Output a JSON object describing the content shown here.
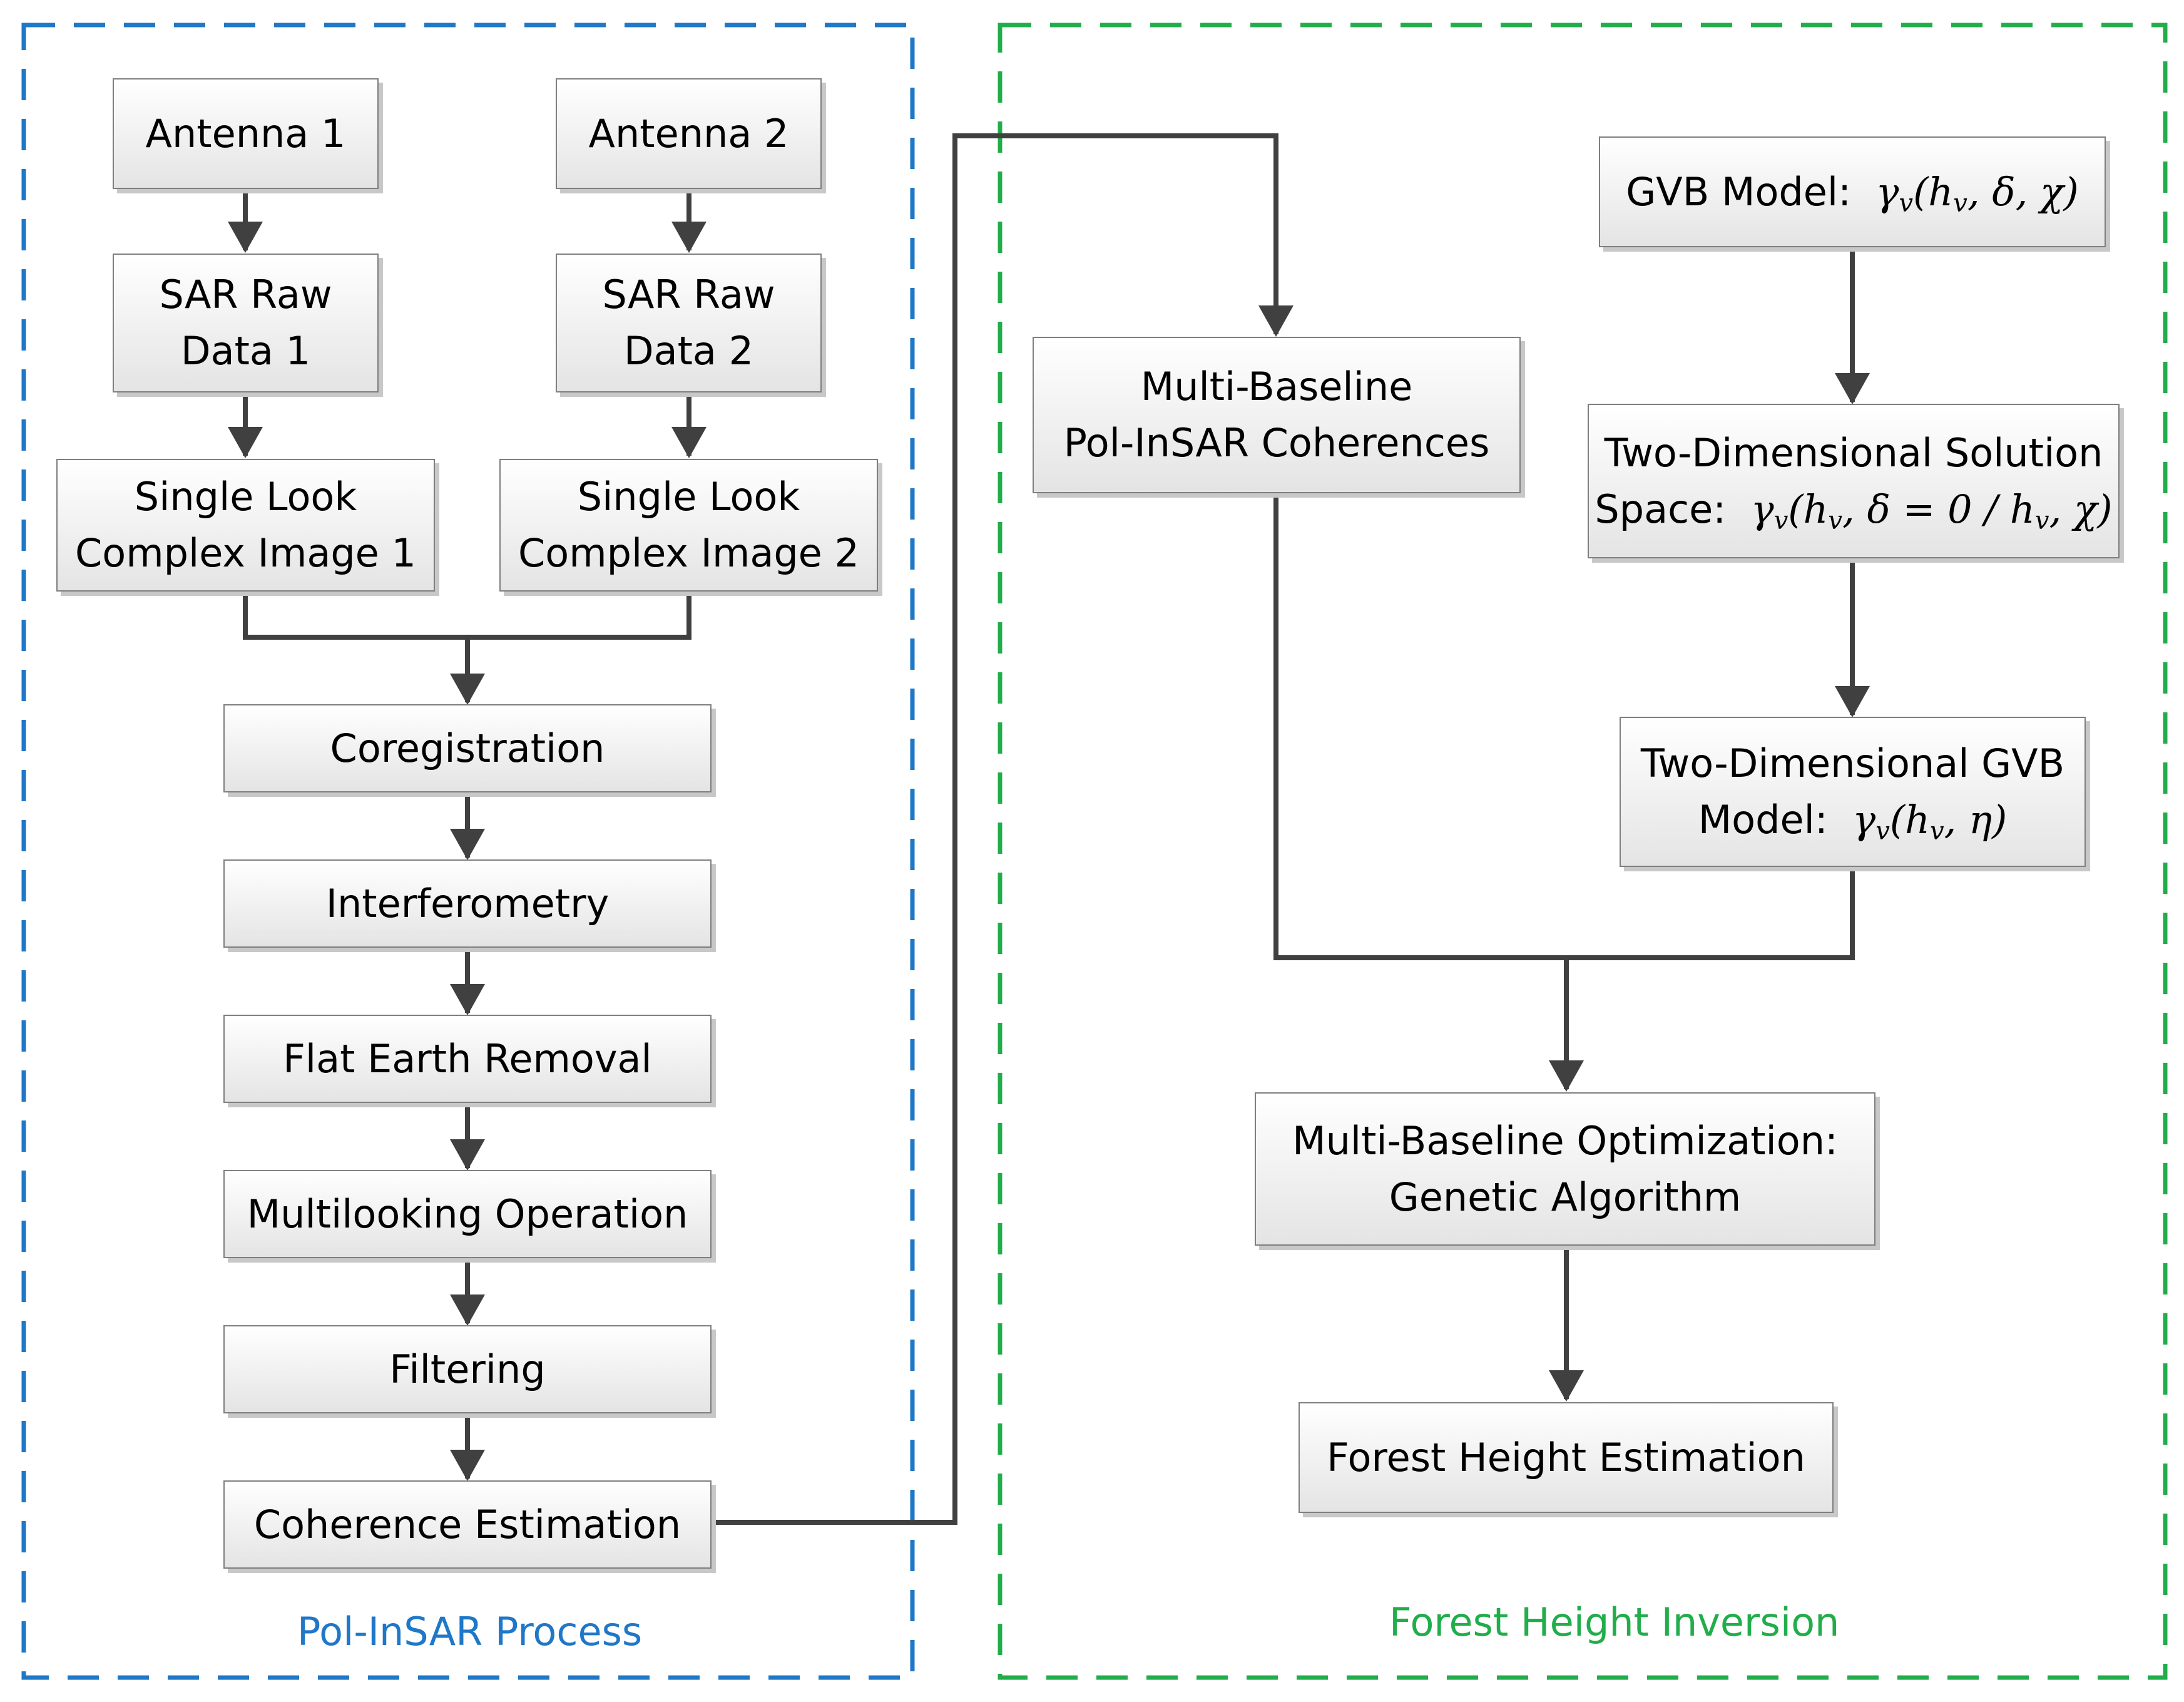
{
  "groups": {
    "polinsar": {
      "label": "Pol-InSAR Process",
      "color": "#1f77c8"
    },
    "forest": {
      "label": "Forest Height Inversion",
      "color": "#22ad4b"
    }
  },
  "nodes": {
    "antenna1": "Antenna 1",
    "antenna2": "Antenna 2",
    "raw1": {
      "line1": "SAR Raw",
      "line2": "Data 1"
    },
    "raw2": {
      "line1": "SAR Raw",
      "line2": "Data 2"
    },
    "slc1": {
      "line1": "Single Look",
      "line2": "Complex Image 1"
    },
    "slc2": {
      "line1": "Single Look",
      "line2": "Complex Image 2"
    },
    "coregistration": "Coregistration",
    "interferometry": "Interferometry",
    "flat_earth": "Flat Earth Removal",
    "multilooking": "Multilooking Operation",
    "filtering": "Filtering",
    "coherence_est": "Coherence Estimation",
    "mb_coherences": {
      "line1": "Multi-Baseline",
      "line2": "Pol-InSAR Coherences"
    },
    "gvb_model": {
      "text": "GVB Model:",
      "math": "γ",
      "sub": "v",
      "args": "(h",
      "args_sub": "v",
      "args_rest": ", δ, χ)"
    },
    "two_dim_space": {
      "line1": "Two-Dimensional Solution",
      "line2_text": "Space:",
      "math": "γ",
      "sub": "v",
      "args": "(h",
      "args_sub": "v",
      "args_mid": ", δ = 0 / h",
      "args_sub2": "v",
      "args_rest": ", χ)"
    },
    "two_dim_gvb": {
      "line1": "Two-Dimensional GVB",
      "line2_text": "Model:",
      "math": "γ",
      "sub": "v",
      "args": "(h",
      "args_sub": "v",
      "args_rest": ", η)"
    },
    "mb_optimization": {
      "line1": "Multi-Baseline Optimization:",
      "line2": "Genetic Algorithm"
    },
    "forest_height": "Forest Height Estimation"
  },
  "style": {
    "line_color": "#404040",
    "box_border": "#7f7f7f"
  }
}
